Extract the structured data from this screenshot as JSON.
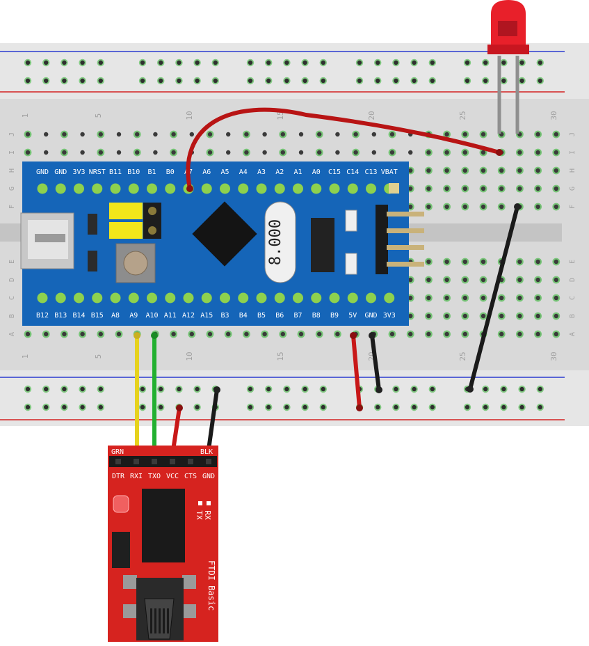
{
  "breadboard": {
    "row_letters_top": [
      "J",
      "I",
      "H",
      "G",
      "F"
    ],
    "row_letters_bottom": [
      "E",
      "D",
      "C",
      "B",
      "A"
    ],
    "column_numbers": [
      "1",
      "5",
      "10",
      "15",
      "20",
      "25",
      "30"
    ],
    "colors": {
      "base": "#d9d9d9",
      "rail_blue": "#2c3ccf",
      "rail_red": "#d42020",
      "hole": "#3a3a3a",
      "hole_connected": "#33b533"
    }
  },
  "mcu_board": {
    "top_pins": [
      "GND",
      "GND",
      "3V3",
      "NRST",
      "B11",
      "B10",
      "B1",
      "B0",
      "A7",
      "A6",
      "A5",
      "A4",
      "A3",
      "A2",
      "A1",
      "A0",
      "C15",
      "C14",
      "C13",
      "VBAT"
    ],
    "bottom_pins": [
      "B12",
      "B13",
      "B14",
      "B15",
      "A8",
      "A9",
      "A10",
      "A11",
      "A12",
      "A15",
      "B3",
      "B4",
      "B5",
      "B6",
      "B7",
      "B8",
      "B9",
      "5V",
      "GND",
      "3V3"
    ],
    "crystal_label": "8.000",
    "color": "#1565b8"
  },
  "ftdi": {
    "pins": [
      "DTR",
      "RXI",
      "TXO",
      "VCC",
      "CTS",
      "GND"
    ],
    "top_labels": {
      "left": "GRN",
      "right": "BLK"
    },
    "title": "FTDI Basic",
    "led_labels": [
      "TX",
      "RX"
    ],
    "color": "#d6231f"
  },
  "led": {
    "color": "#e8202a"
  },
  "wires": [
    {
      "id": "wire-a9-rxi",
      "color": "#e6d21e"
    },
    {
      "id": "wire-a10-txo",
      "color": "#22b030"
    },
    {
      "id": "wire-vcc",
      "color": "#c81818"
    },
    {
      "id": "wire-gnd-ftdi",
      "color": "#1a1a1a"
    },
    {
      "id": "wire-5v",
      "color": "#c81818"
    },
    {
      "id": "wire-gnd-mcu",
      "color": "#1a1a1a"
    },
    {
      "id": "wire-c13-led",
      "color": "#b81414"
    },
    {
      "id": "wire-led-gnd",
      "color": "#1a1a1a"
    }
  ]
}
